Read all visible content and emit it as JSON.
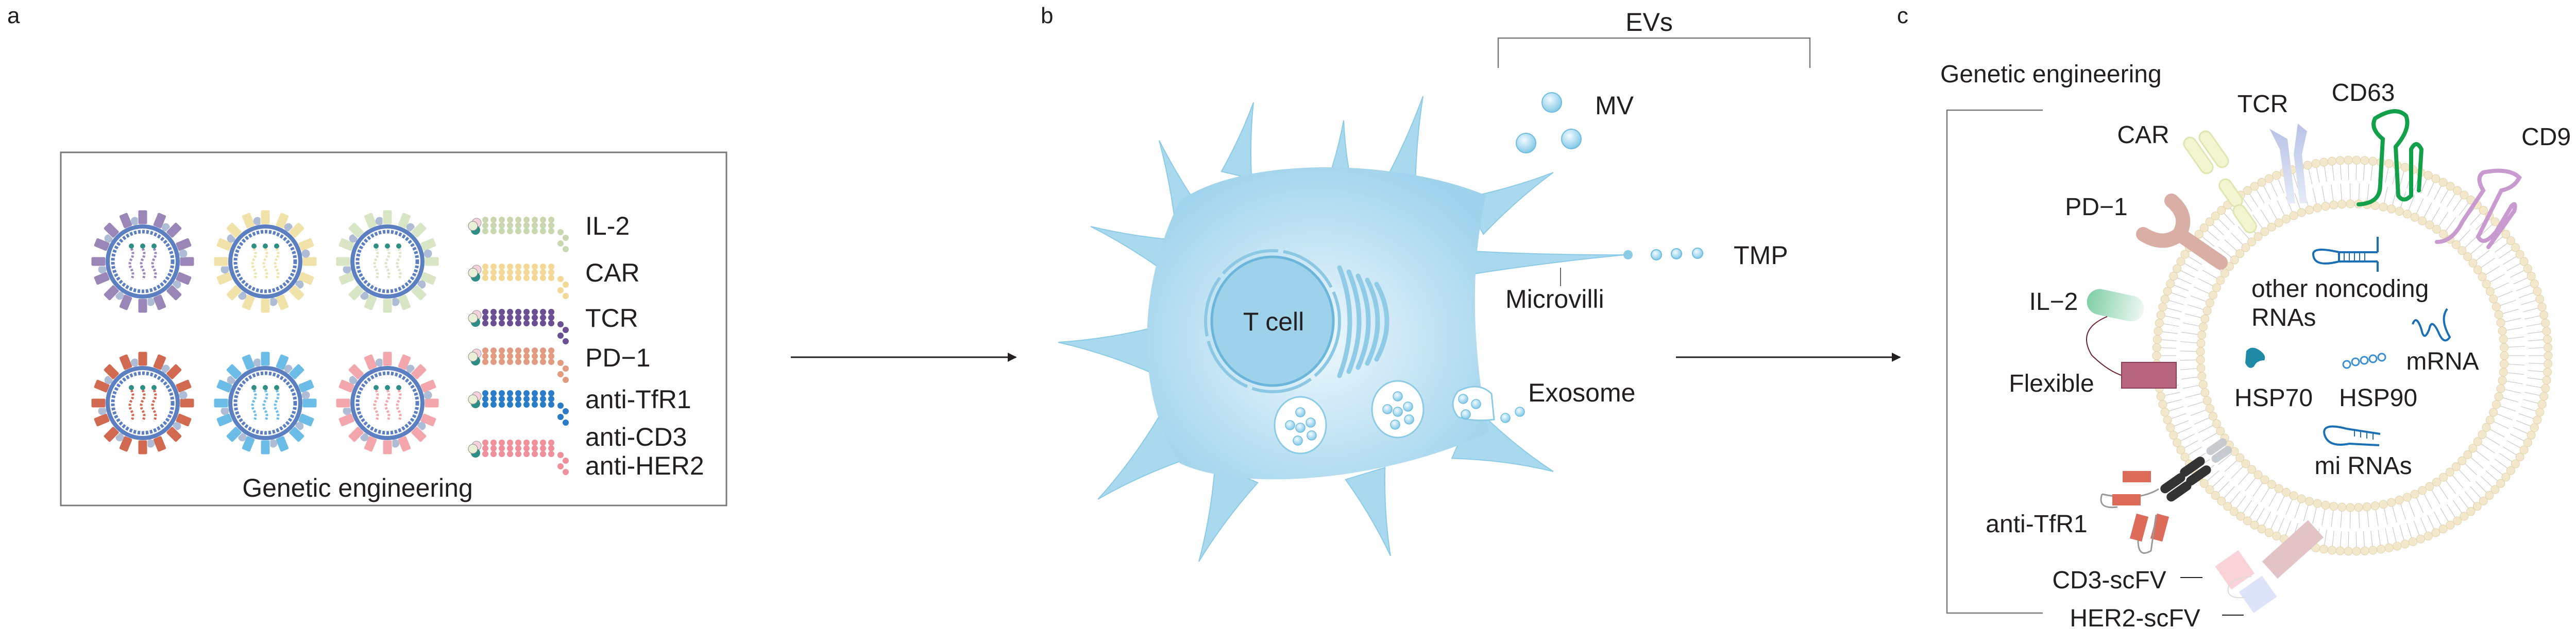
{
  "panel_labels": {
    "a": "a",
    "b": "b",
    "c": "c"
  },
  "panel_a": {
    "caption": "Genetic engineering",
    "virus_colors": [
      "#9b86b8",
      "#f0e2a8",
      "#d8e6c6",
      "#d26a52",
      "#6cbce8",
      "#f3a6ac"
    ],
    "legend": [
      {
        "label": "IL-2",
        "color": "#c8d9b2"
      },
      {
        "label": "CAR",
        "color": "#f4d898"
      },
      {
        "label": "TCR",
        "color": "#6a4f93"
      },
      {
        "label": "PD−1",
        "color": "#e39b80"
      },
      {
        "label": "anti-TfR1",
        "color": "#2a7cc7"
      },
      {
        "label": "anti-CD3",
        "color": "#ef909b"
      }
    ],
    "legend_extra_label": "anti-HER2"
  },
  "panel_b": {
    "cell_label": "T cell",
    "evs_label": "EVs",
    "mv_label": "MV",
    "tmp_label": "TMP",
    "microvilli_label": "Microvilli",
    "exosome_label": "Exosome",
    "cell_color": "#a9d9ee"
  },
  "panel_c": {
    "title": "Genetic engineering",
    "labels": {
      "car": "CAR",
      "tcr": "TCR",
      "cd63": "CD63",
      "cd9": "CD9",
      "pd1": "PD−1",
      "il2": "IL−2",
      "flexible": "Flexible",
      "anti_tfr1": "anti-TfR1",
      "cd3_scfv": "CD3-scFV",
      "her2_scfv": "HER2-scFV",
      "other_noncoding": "other noncoding",
      "rnas": "RNAs",
      "mrna": "mRNA",
      "hsp70": "HSP70",
      "hsp90": "HSP90",
      "mirnas": "mi RNAs"
    },
    "colors": {
      "cd63": "#12a14a",
      "cd9": "#c99ad0",
      "rna": "#1a6fb5",
      "membrane": "#f3e8cc"
    }
  }
}
